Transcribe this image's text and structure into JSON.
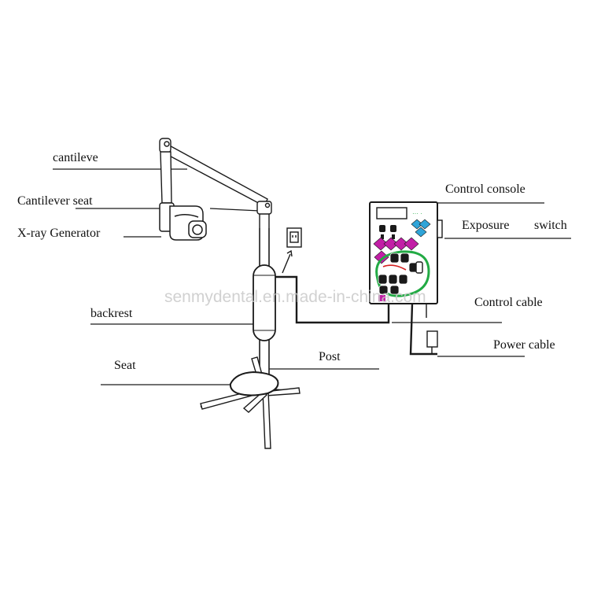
{
  "labels": {
    "cantileve": "cantileve",
    "cantilever_seat": "Cantilever seat",
    "xray_generator": "X-ray Generator",
    "backrest": "backrest",
    "seat": "Seat",
    "post": "Post",
    "control_console": "Control console",
    "exposure_switch_1": "Exposure",
    "exposure_switch_2": "switch",
    "control_cable": "Control cable",
    "power_cable": "Power cable"
  },
  "watermark": "senmydental.en.made-in-china.com",
  "colors": {
    "line": "#1a1a1a",
    "keypad_blue": "#2fa4d8",
    "keypad_magenta": "#c21fa6",
    "keypad_green": "#22aa44",
    "keypad_red": "#d42020"
  }
}
